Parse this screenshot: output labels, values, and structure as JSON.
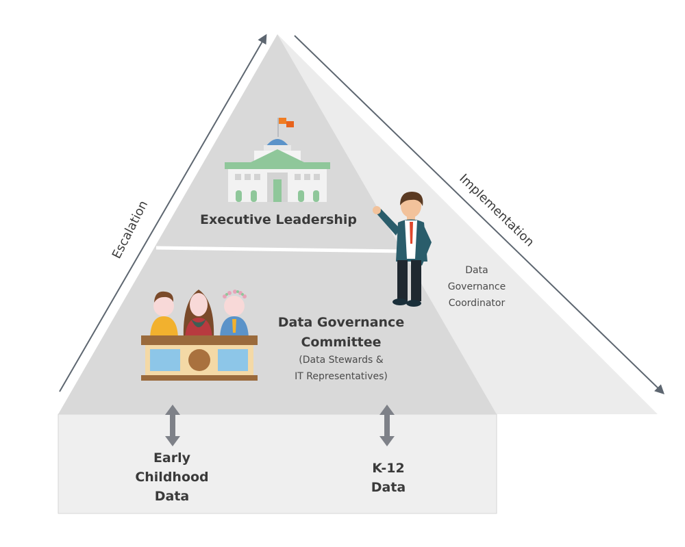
{
  "tiers": {
    "top": {
      "title": "Executive Leadership"
    },
    "middle": {
      "title_line1": "Data Governance",
      "title_line2": "Committee",
      "subtitle_line1": "(Data Stewards &",
      "subtitle_line2": "IT Representatives)"
    },
    "base": {
      "left_line1": "Early",
      "left_line2": "Childhood",
      "left_line3": "Data",
      "right_line1": "K-12",
      "right_line2": "Data"
    }
  },
  "coordinator": {
    "line1": "Data",
    "line2": "Governance",
    "line3": "Coordinator"
  },
  "arrows": {
    "left_label": "Escalation",
    "right_label": "Implementation"
  },
  "icons": [
    "capitol-building-icon",
    "flag-icon",
    "presenter-man-icon",
    "committee-people-icon",
    "double-arrow-icon"
  ],
  "colors": {
    "pyramid_front": "#d9d9d9",
    "pyramid_side": "#ececec",
    "base_box": "#efefef",
    "arrow": "#5d6670",
    "building_green": "#8fc79a",
    "flag_orange": "#f07d23"
  }
}
